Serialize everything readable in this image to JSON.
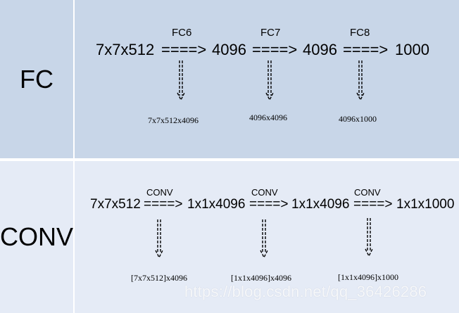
{
  "fc": {
    "row_label": "FC",
    "sequence": [
      "7x7x512",
      "====>",
      "4096",
      "====>",
      "4096",
      "====>",
      "1000"
    ],
    "layers": [
      "FC6",
      "FC7",
      "FC8"
    ],
    "params": [
      "7x7x512x4096",
      "4096x4096",
      "4096x1000"
    ]
  },
  "conv": {
    "row_label": "CONV",
    "sequence": [
      "7x7x512",
      "====>",
      "1x1x4096",
      "====>",
      "1x1x4096",
      "====>",
      "1x1x1000"
    ],
    "layers": [
      "CONV",
      "CONV",
      "CONV"
    ],
    "params": [
      "[7x7x512]x4096",
      "[1x1x4096]x4096",
      "[1x1x4096]x1000"
    ]
  },
  "watermark": "https://blog.csdn.net/qq_36426286",
  "colors": {
    "fc_background": "#c8d6e8",
    "conv_background": "#e5ebf6"
  }
}
